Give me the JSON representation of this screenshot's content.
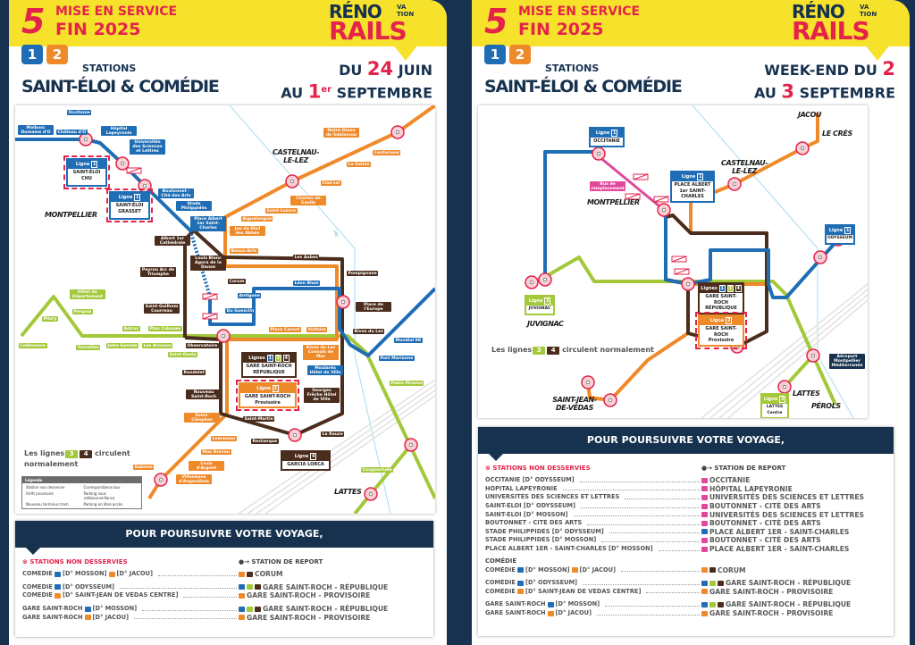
{
  "colors": {
    "blue": "#1f6db5",
    "orange": "#ef8a2a",
    "green": "#a3c83a",
    "brown": "#4a2d1c",
    "red": "#e4234b",
    "navy": "#17324f",
    "pink": "#e0489b",
    "yellow": "#f6e22b"
  },
  "posters": [
    {
      "header": {
        "badge_number": "5",
        "mise": "MISE EN SERVICE",
        "fin": "FIN 2025",
        "logo": {
          "reno": "RÉNO",
          "va": "VA",
          "tion": "TION",
          "rails": "RAILS"
        },
        "lines": [
          "1",
          "2"
        ],
        "stations_label": "STATIONS",
        "stations_title": "SAINT-ÉLOI & COMÉDIE",
        "date_line1": {
          "pre": "DU ",
          "num": "24",
          "post": " JUIN"
        },
        "date_line2": {
          "pre": "AU ",
          "num": "1",
          "sup": "er",
          "post": " SEPTEMBRE"
        }
      },
      "map": {
        "places": [
          "MONTPELLIER",
          "CASTELNAU-LE-LEZ",
          "LATTES",
          "Lez"
        ],
        "labels": [
          {
            "t": "Occitanie",
            "c": "blue"
          },
          {
            "t": "Malbosc Domaine d'O",
            "c": "blue"
          },
          {
            "t": "Château d'Ô",
            "c": "blue"
          },
          {
            "t": "Hôpital Lapeyronie",
            "c": "blue"
          },
          {
            "t": "Universités des Sciences et Lettres",
            "c": "blue"
          },
          {
            "t": "Boutonnet - Cité des Arts",
            "c": "blue"
          },
          {
            "t": "Stade Philippidès",
            "c": "blue"
          },
          {
            "t": "Place Albert 1er Saint-Charles",
            "c": "blue"
          },
          {
            "t": "Albert 1er Cathédrale",
            "c": "brown"
          },
          {
            "t": "Louis Blanc Agora de la Danse",
            "c": "brown"
          },
          {
            "t": "Peyrou Arc de Triomphe",
            "c": "brown"
          },
          {
            "t": "Corum",
            "c": "brown"
          },
          {
            "t": "Les Aubes",
            "c": "brown"
          },
          {
            "t": "Léon Blum",
            "c": "blue"
          },
          {
            "t": "Pompignane",
            "c": "brown"
          },
          {
            "t": "Place de l'Europe",
            "c": "brown"
          },
          {
            "t": "Notre-Dame de Sablassou",
            "c": "orange"
          },
          {
            "t": "Centurions",
            "c": "orange"
          },
          {
            "t": "La Galine",
            "c": "orange"
          },
          {
            "t": "Clairval",
            "c": "orange"
          },
          {
            "t": "Charles de Gaulle",
            "c": "orange"
          },
          {
            "t": "Saint-Lazare",
            "c": "orange"
          },
          {
            "t": "Aiguelongue",
            "c": "orange"
          },
          {
            "t": "Jeu de Mail des Abbés",
            "c": "orange"
          },
          {
            "t": "Beaux-Arts",
            "c": "orange"
          },
          {
            "t": "Hôtel du Département",
            "c": "green"
          },
          {
            "t": "Pergola",
            "c": "green"
          },
          {
            "t": "Pilory",
            "c": "green"
          },
          {
            "t": "Celleneuve",
            "c": "green"
          },
          {
            "t": "Tonnelles",
            "c": "green"
          },
          {
            "t": "Jules Guesde",
            "c": "green"
          },
          {
            "t": "Les Arceaux",
            "c": "green"
          },
          {
            "t": "Astruc",
            "c": "green"
          },
          {
            "t": "Plan Cabanes",
            "c": "green"
          },
          {
            "t": "Saint-Denis",
            "c": "green"
          },
          {
            "t": "Observatoire",
            "c": "brown"
          },
          {
            "t": "Saint-Guilhem Courreau",
            "c": "brown"
          },
          {
            "t": "Du Guesclin",
            "c": "blue"
          },
          {
            "t": "Antigone",
            "c": "blue"
          },
          {
            "t": "Place Carnot",
            "c": "orange"
          },
          {
            "t": "Voltaire",
            "c": "orange"
          },
          {
            "t": "Rives du Lez",
            "c": "brown"
          },
          {
            "t": "Rives du Lez Consuls de Mer",
            "c": "orange"
          },
          {
            "t": "Moularès Hôtel de Ville",
            "c": "blue"
          },
          {
            "t": "Georges Frêche Hôtel de Ville",
            "c": "brown"
          },
          {
            "t": "Mondial 98",
            "c": "blue"
          },
          {
            "t": "Port Marianne",
            "c": "blue"
          },
          {
            "t": "Pablo Picasso",
            "c": "green"
          },
          {
            "t": "Rondelet",
            "c": "brown"
          },
          {
            "t": "Nouveau Saint-Roch",
            "c": "brown"
          },
          {
            "t": "Saint-Cléophas",
            "c": "orange"
          },
          {
            "t": "Saint-Martin",
            "c": "brown"
          },
          {
            "t": "Restanque",
            "c": "brown"
          },
          {
            "t": "La Rauze",
            "c": "brown"
          },
          {
            "t": "Lemasson",
            "c": "orange"
          },
          {
            "t": "Mas Drevon",
            "c": "orange"
          },
          {
            "t": "Croix d'Argent",
            "c": "orange"
          },
          {
            "t": "Villeneuve d'Angoulême",
            "c": "orange"
          },
          {
            "t": "Sabines",
            "c": "orange"
          },
          {
            "t": "Cougourlude",
            "c": "green"
          }
        ],
        "callouts": [
          {
            "title": "Ligne",
            "lines": [
              "1"
            ],
            "name": "SAINT-ÉLOI CHU",
            "c": "blue",
            "closed": true
          },
          {
            "title": "Ligne",
            "lines": [
              "1"
            ],
            "name": "SAINT-ÉLOI GRASSET",
            "c": "blue",
            "closed": true
          },
          {
            "title": "Lignes",
            "lines": [
              "1",
              "3",
              "4"
            ],
            "name": "GARE SAINT-ROCH RÉPUBLIQUE",
            "c": "brown",
            "closed": false
          },
          {
            "title": "Ligne",
            "lines": [
              "2"
            ],
            "name": "GARE SAINT-ROCH Provisoire",
            "c": "orange",
            "closed": true
          },
          {
            "title": "Ligne",
            "lines": [
              "4"
            ],
            "name": "GARCIA LORCA",
            "c": "brown",
            "closed": false
          }
        ],
        "normal": {
          "pre": "Les lignes",
          "l3": "3",
          "l4": "4",
          "post": "circulent normalement"
        },
        "legend": {
          "title": "Légende",
          "items": [
            "Station non desservie",
            "Correspondance bus",
            "Arrêt provisoire",
            "Parking sous vidéosurveillance",
            "Nouveau terminus tram",
            "Parking en libre accès"
          ]
        }
      },
      "table": {
        "title": "POUR POURSUIVRE VOTRE VOYAGE,",
        "non_desservies": "STATIONS NON DESSERVIES",
        "report": "STATION DE REPORT",
        "rows": [
          {
            "from": [
              {
                "t": "COMÉDIE"
              },
              {
                "b": "blue"
              },
              {
                "t": "[D° MOSSON]"
              },
              {
                "b": "orange"
              },
              {
                "t": "[D° JACOU]"
              }
            ],
            "to": [
              {
                "b": "orange"
              },
              {
                "b": "brown"
              },
              {
                "t": "CORUM"
              }
            ]
          },
          {
            "gap": true,
            "from": [
              {
                "t": "COMÉDIE"
              },
              {
                "b": "blue"
              },
              {
                "t": "[D° ODYSSEUM]"
              }
            ],
            "to": [
              {
                "b": "blue"
              },
              {
                "b": "green"
              },
              {
                "b": "brown"
              },
              {
                "t": "GARE SAINT-ROCH - RÉPUBLIQUE"
              }
            ]
          },
          {
            "from": [
              {
                "t": "COMÉDIE"
              },
              {
                "b": "orange"
              },
              {
                "t": "[D° SAINT-JEAN DE VÉDAS CENTRE]"
              }
            ],
            "to": [
              {
                "b": "orange"
              },
              {
                "t": "GARE SAINT-ROCH - PROVISOIRE"
              }
            ]
          },
          {
            "gap": true,
            "from": [
              {
                "t": "GARE SAINT-ROCH"
              },
              {
                "b": "blue"
              },
              {
                "t": "[D° MOSSON]"
              }
            ],
            "to": [
              {
                "b": "blue"
              },
              {
                "b": "green"
              },
              {
                "b": "brown"
              },
              {
                "t": "GARE SAINT-ROCH - RÉPUBLIQUE"
              }
            ]
          },
          {
            "from": [
              {
                "t": "GARE SAINT-ROCH"
              },
              {
                "b": "orange"
              },
              {
                "t": "[D° JACOU]"
              }
            ],
            "to": [
              {
                "b": "orange"
              },
              {
                "t": "GARE SAINT-ROCH - PROVISOIRE"
              }
            ]
          }
        ]
      }
    },
    {
      "header": {
        "badge_number": "5",
        "mise": "MISE EN SERVICE",
        "fin": "FIN 2025",
        "logo": {
          "reno": "RÉNO",
          "va": "VA",
          "tion": "TION",
          "rails": "RAILS"
        },
        "lines": [
          "1",
          "2"
        ],
        "stations_label": "STATIONS",
        "stations_title": "SAINT-ÉLOI & COMÉDIE",
        "date_line1": {
          "pre": "WEEK-END DU ",
          "num": "2",
          "post": ""
        },
        "date_line2": {
          "pre": "AU ",
          "num": "3",
          "sup": "",
          "post": " SEPTEMBRE"
        }
      },
      "map": {
        "places": [
          "JACOU",
          "LE CRÈS",
          "CASTELNAU-LE-LEZ",
          "MONTPELLIER",
          "JUVIGNAC",
          "SAINT-JEAN-DE-VÉDAS",
          "LATTES",
          "PÉROLS"
        ],
        "labels": [
          {
            "t": "Bus de remplacement",
            "c": "pink"
          },
          {
            "t": "Aéroport Montpellier Méditerranée",
            "c": "navy"
          }
        ],
        "callouts": [
          {
            "title": "Ligne",
            "lines": [
              "1"
            ],
            "name": "OCCITANIE",
            "c": "blue",
            "closed": false
          },
          {
            "title": "Ligne",
            "lines": [
              "1"
            ],
            "name": "PLACE ALBERT 1er SAINT-CHARLES",
            "c": "blue",
            "closed": false
          },
          {
            "title": "Ligne",
            "lines": [
              "1"
            ],
            "name": "ODYSSEUM",
            "c": "blue",
            "closed": false
          },
          {
            "title": "Ligne",
            "lines": [
              "3"
            ],
            "name": "JUVIGNAC",
            "c": "green",
            "closed": false
          },
          {
            "title": "Lignes",
            "lines": [
              "1",
              "3",
              "4"
            ],
            "name": "GARE SAINT-ROCH RÉPUBLIQUE",
            "c": "brown",
            "closed": false
          },
          {
            "title": "Ligne",
            "lines": [
              "2"
            ],
            "name": "GARE SAINT-ROCH Provisoire",
            "c": "orange",
            "closed": true
          },
          {
            "title": "Ligne",
            "lines": [
              "3"
            ],
            "name": "LATTES Centre",
            "c": "green",
            "closed": false
          }
        ],
        "normal": {
          "pre": "Les lignes",
          "l3": "3",
          "l4": "4",
          "post": "circulent normalement"
        }
      },
      "table": {
        "title": "POUR POURSUIVRE VOTRE VOYAGE,",
        "non_desservies": "STATIONS NON DESSERVIES",
        "report": "STATION DE REPORT",
        "rows": [
          {
            "from": [
              {
                "t": "OCCITANIE [D° ODYSSEUM]"
              }
            ],
            "to": [
              {
                "b": "pink"
              },
              {
                "t": "OCCITANIE"
              }
            ]
          },
          {
            "from": [
              {
                "t": "HÔPITAL LAPEYRONIE"
              }
            ],
            "to": [
              {
                "b": "pink"
              },
              {
                "t": "HÔPITAL LAPEYRONIE"
              }
            ]
          },
          {
            "from": [
              {
                "t": "UNIVERSITÉS DES SCIENCES ET LETTRES"
              }
            ],
            "to": [
              {
                "b": "pink"
              },
              {
                "t": "UNIVERSITÉS DES SCIENCES ET LETTRES"
              }
            ]
          },
          {
            "from": [
              {
                "t": "SAINT-ÉLOI [D° ODYSSEUM]"
              }
            ],
            "to": [
              {
                "b": "pink"
              },
              {
                "t": "BOUTONNET - CITÉ DES ARTS"
              }
            ]
          },
          {
            "from": [
              {
                "t": "SAINT-ÉLOI [D° MOSSON]"
              }
            ],
            "to": [
              {
                "b": "pink"
              },
              {
                "t": "UNIVERSITÉS DES SCIENCES ET LETTRES"
              }
            ]
          },
          {
            "from": [
              {
                "t": "BOUTONNET - CITÉ DES ARTS"
              }
            ],
            "to": [
              {
                "b": "pink"
              },
              {
                "t": "BOUTONNET - CITÉ DES ARTS"
              }
            ]
          },
          {
            "from": [
              {
                "t": "STADE PHILIPPIDÈS [D° ODYSSEUM]"
              }
            ],
            "to": [
              {
                "b": "blue"
              },
              {
                "t": "PLACE ALBERT 1ER - SAINT-CHARLES"
              }
            ]
          },
          {
            "from": [
              {
                "t": "STADE PHILIPPIDÈS [D° MOSSON]"
              }
            ],
            "to": [
              {
                "b": "pink"
              },
              {
                "t": "BOUTONNET - CITÉ DES ARTS"
              }
            ]
          },
          {
            "from": [
              {
                "t": "PLACE ALBERT 1ER - SAINT-CHARLES [D° MOSSON]"
              }
            ],
            "to": [
              {
                "b": "pink"
              },
              {
                "t": "PLACE ALBERT 1ER - SAINT-CHARLES"
              }
            ]
          },
          {
            "heading": "COMÉDIE"
          },
          {
            "from": [
              {
                "t": "COMÉDIE"
              },
              {
                "b": "blue"
              },
              {
                "t": "[D° MOSSON]"
              },
              {
                "b": "orange"
              },
              {
                "t": "[D° JACOU]"
              }
            ],
            "to": [
              {
                "b": "orange"
              },
              {
                "b": "brown"
              },
              {
                "t": "CORUM"
              }
            ]
          },
          {
            "gap": true,
            "from": [
              {
                "t": "COMÉDIE"
              },
              {
                "b": "blue"
              },
              {
                "t": "[D° ODYSSEUM]"
              }
            ],
            "to": [
              {
                "b": "blue"
              },
              {
                "b": "green"
              },
              {
                "b": "brown"
              },
              {
                "t": "GARE SAINT-ROCH - RÉPUBLIQUE"
              }
            ]
          },
          {
            "from": [
              {
                "t": "COMÉDIE"
              },
              {
                "b": "orange"
              },
              {
                "t": "[D° SAINT-JEAN DE VÉDAS CENTRE]"
              }
            ],
            "to": [
              {
                "b": "orange"
              },
              {
                "t": "GARE SAINT-ROCH - PROVISOIRE"
              }
            ]
          },
          {
            "gap": true,
            "from": [
              {
                "t": "GARE SAINT-ROCH"
              },
              {
                "b": "blue"
              },
              {
                "t": "[D° MOSSON]"
              }
            ],
            "to": [
              {
                "b": "blue"
              },
              {
                "b": "green"
              },
              {
                "b": "brown"
              },
              {
                "t": "GARE SAINT-ROCH - RÉPUBLIQUE"
              }
            ]
          },
          {
            "from": [
              {
                "t": "GARE SAINT-ROCH"
              },
              {
                "b": "orange"
              },
              {
                "t": "[D° JACOU]"
              }
            ],
            "to": [
              {
                "b": "orange"
              },
              {
                "t": "GARE SAINT-ROCH - PROVISOIRE"
              }
            ]
          }
        ]
      }
    }
  ]
}
